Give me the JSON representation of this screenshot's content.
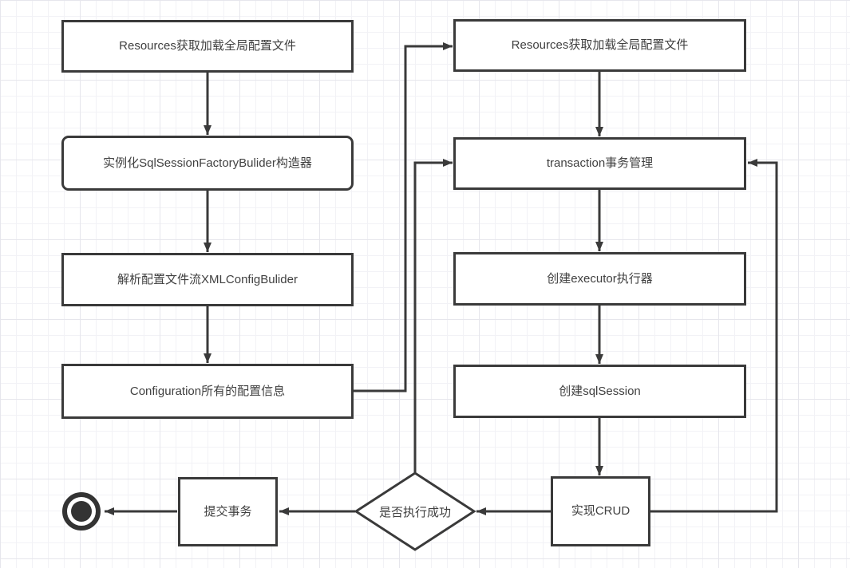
{
  "diagram": {
    "type": "flowchart",
    "theme": {
      "stroke_color": "#3a3a3a",
      "text_color": "#404040",
      "node_fill": "#ffffff",
      "grid_minor_color": "#f2f2f6",
      "grid_major_color": "#e6e6ec"
    },
    "nodes": {
      "l1": {
        "label": "Resources获取加载全局配置文件",
        "shape": "rect"
      },
      "l2": {
        "label": "实例化SqlSessionFactoryBulider构造器",
        "shape": "rounded-rect"
      },
      "l3": {
        "label": "解析配置文件流XMLConfigBulider",
        "shape": "rect"
      },
      "l4": {
        "label": "Configuration所有的配置信息",
        "shape": "rect"
      },
      "r1": {
        "label": "Resources获取加载全局配置文件",
        "shape": "rect"
      },
      "r2": {
        "label": "transaction事务管理",
        "shape": "rect"
      },
      "r3": {
        "label": "创建executor执行器",
        "shape": "rect"
      },
      "r4": {
        "label": "创建sqlSession",
        "shape": "rect"
      },
      "r5": {
        "label": "实现CRUD",
        "shape": "rect"
      },
      "decision": {
        "label": "是否执行成功",
        "shape": "diamond"
      },
      "commit": {
        "label": "提交事务",
        "shape": "rect"
      },
      "end": {
        "label": "",
        "shape": "end-state"
      }
    },
    "edges": [
      {
        "from": "l1",
        "to": "l2"
      },
      {
        "from": "l2",
        "to": "l3"
      },
      {
        "from": "l3",
        "to": "l4"
      },
      {
        "from": "l4",
        "to": "r1"
      },
      {
        "from": "r1",
        "to": "r2"
      },
      {
        "from": "r2",
        "to": "r3"
      },
      {
        "from": "r3",
        "to": "r4"
      },
      {
        "from": "r4",
        "to": "r5"
      },
      {
        "from": "r5",
        "to": "decision"
      },
      {
        "from": "r5",
        "to": "r2"
      },
      {
        "from": "decision",
        "to": "r2"
      },
      {
        "from": "decision",
        "to": "commit"
      },
      {
        "from": "commit",
        "to": "end"
      }
    ]
  }
}
